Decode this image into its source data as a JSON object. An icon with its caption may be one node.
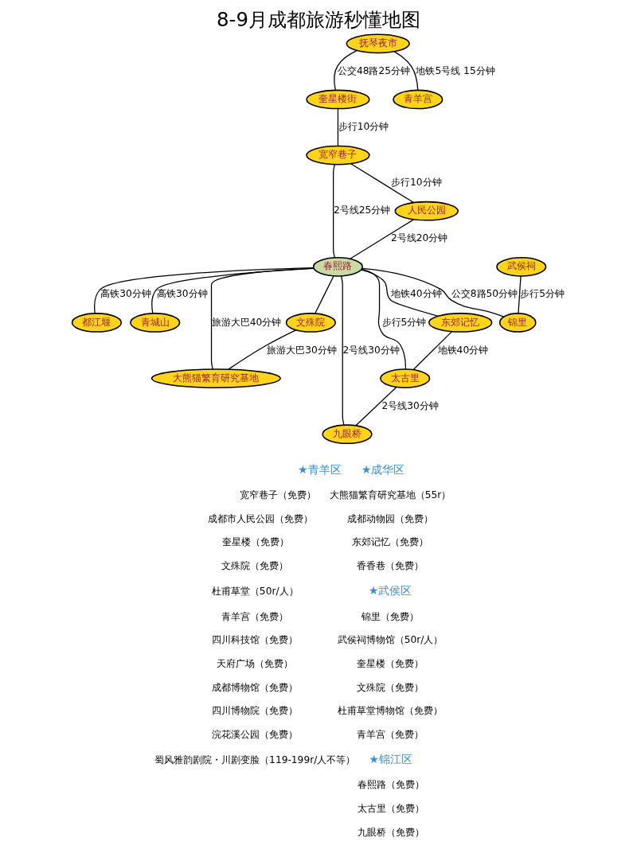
{
  "diagram": {
    "title": "8-9月成都旅游秒懂地图",
    "nodes": [
      {
        "text": [
          "春熙路"
        ]
      },
      {
        "text": [
          "都江堰"
        ]
      },
      {
        "text": [
          "青城山"
        ]
      },
      {
        "text": [
          "大熊猫繁育研究基地"
        ]
      },
      {
        "text": [
          "文殊院"
        ]
      },
      {
        "text": [
          "东郊记忆"
        ]
      },
      {
        "text": [
          "抚琴夜市"
        ]
      },
      {
        "text": [
          "青羊宫"
        ]
      },
      {
        "text": [
          "奎星楼街"
        ]
      },
      {
        "text": [
          "宽窄巷子"
        ]
      },
      {
        "text": [
          "人民公园"
        ]
      },
      {
        "text": [
          "太古里"
        ]
      },
      {
        "text": [
          "九眼桥"
        ]
      },
      {
        "text": [
          "锦里"
        ]
      },
      {
        "text": [
          "武侯祠"
        ]
      }
    ],
    "edges": [
      {
        "from": 0,
        "to": 1,
        "arrow": "none",
        "label": "高铁30分钟"
      },
      {
        "from": 0,
        "to": 2,
        "arrow": "none",
        "label": "高铁30分钟"
      },
      {
        "from": 4,
        "to": 3,
        "arrow": "none",
        "label": "旅游大巴30分钟"
      },
      {
        "from": 0,
        "to": 3,
        "arrow": "none",
        "label": "旅游大巴40分钟"
      },
      {
        "from": 0,
        "to": 4,
        "arrow": "none"
      },
      {
        "from": 0,
        "to": 5,
        "arrow": "none",
        "label": "地铁40分钟"
      },
      {
        "from": 5,
        "to": 11,
        "arrow": "none",
        "label": "地铁40分钟"
      },
      {
        "from": 0,
        "to": 11,
        "arrow": "none",
        "label": "步行5分钟"
      },
      {
        "from": 11,
        "to": 12,
        "arrow": "none",
        "label": "2号线30分钟"
      },
      {
        "from": 0,
        "to": 12,
        "arrow": "none",
        "label": "2号线30分钟"
      },
      {
        "from": 6,
        "to": 7,
        "arrow": "none",
        "label": "地铁5号线 15分钟"
      },
      {
        "from": 6,
        "to": 8,
        "arrow": "none",
        "label": "公交48路25分钟"
      },
      {
        "from": 8,
        "to": 9,
        "arrow": "none",
        "label": "步行10分钟"
      },
      {
        "from": 9,
        "to": 0,
        "arrow": "none",
        "label": "2号线25分钟"
      },
      {
        "from": 9,
        "to": 10,
        "arrow": "none",
        "label": "步行10分钟"
      },
      {
        "from": 10,
        "to": 0,
        "arrow": "none",
        "label": "2号线20分钟"
      },
      {
        "from": 0,
        "to": 13,
        "arrow": "none",
        "label": "公交8路50分钟"
      },
      {
        "from": 14,
        "to": 13,
        "arrow": "none",
        "label": "步行5分钟"
      }
    ],
    "labels": [
      "★青羊区",
      "宽窄巷子（免费）",
      "成都市人民公园（免费）",
      "奎星楼（免费）",
      "文殊院（免费）",
      "杜甫草堂（50r/人）",
      "青羊宫（免费）",
      "四川科技馆（免费）",
      "天府广场（免费）",
      "成都博物馆（免费）",
      "四川博物院（免费）",
      "浣花溪公园（免费）",
      "蜀风雅韵剧院・川剧变脸（119-199r/人不等）",
      "★成华区",
      "大熊猫繁育研究基地（55r）",
      "成都动物园（免费）",
      "东郊记忆（免费）",
      "香香巷（免费）",
      "★武侯区",
      "锦里（免费）",
      "武侯祠博物馆（50r/人）",
      "奎星楼（免费）",
      "文殊院（免费）",
      "杜甫草堂博物馆（免费）",
      "青羊宫（免费）",
      "★锦江区",
      "春熙路（免费）",
      "太古里（免费）",
      "九眼桥（免费）"
    ]
  }
}
